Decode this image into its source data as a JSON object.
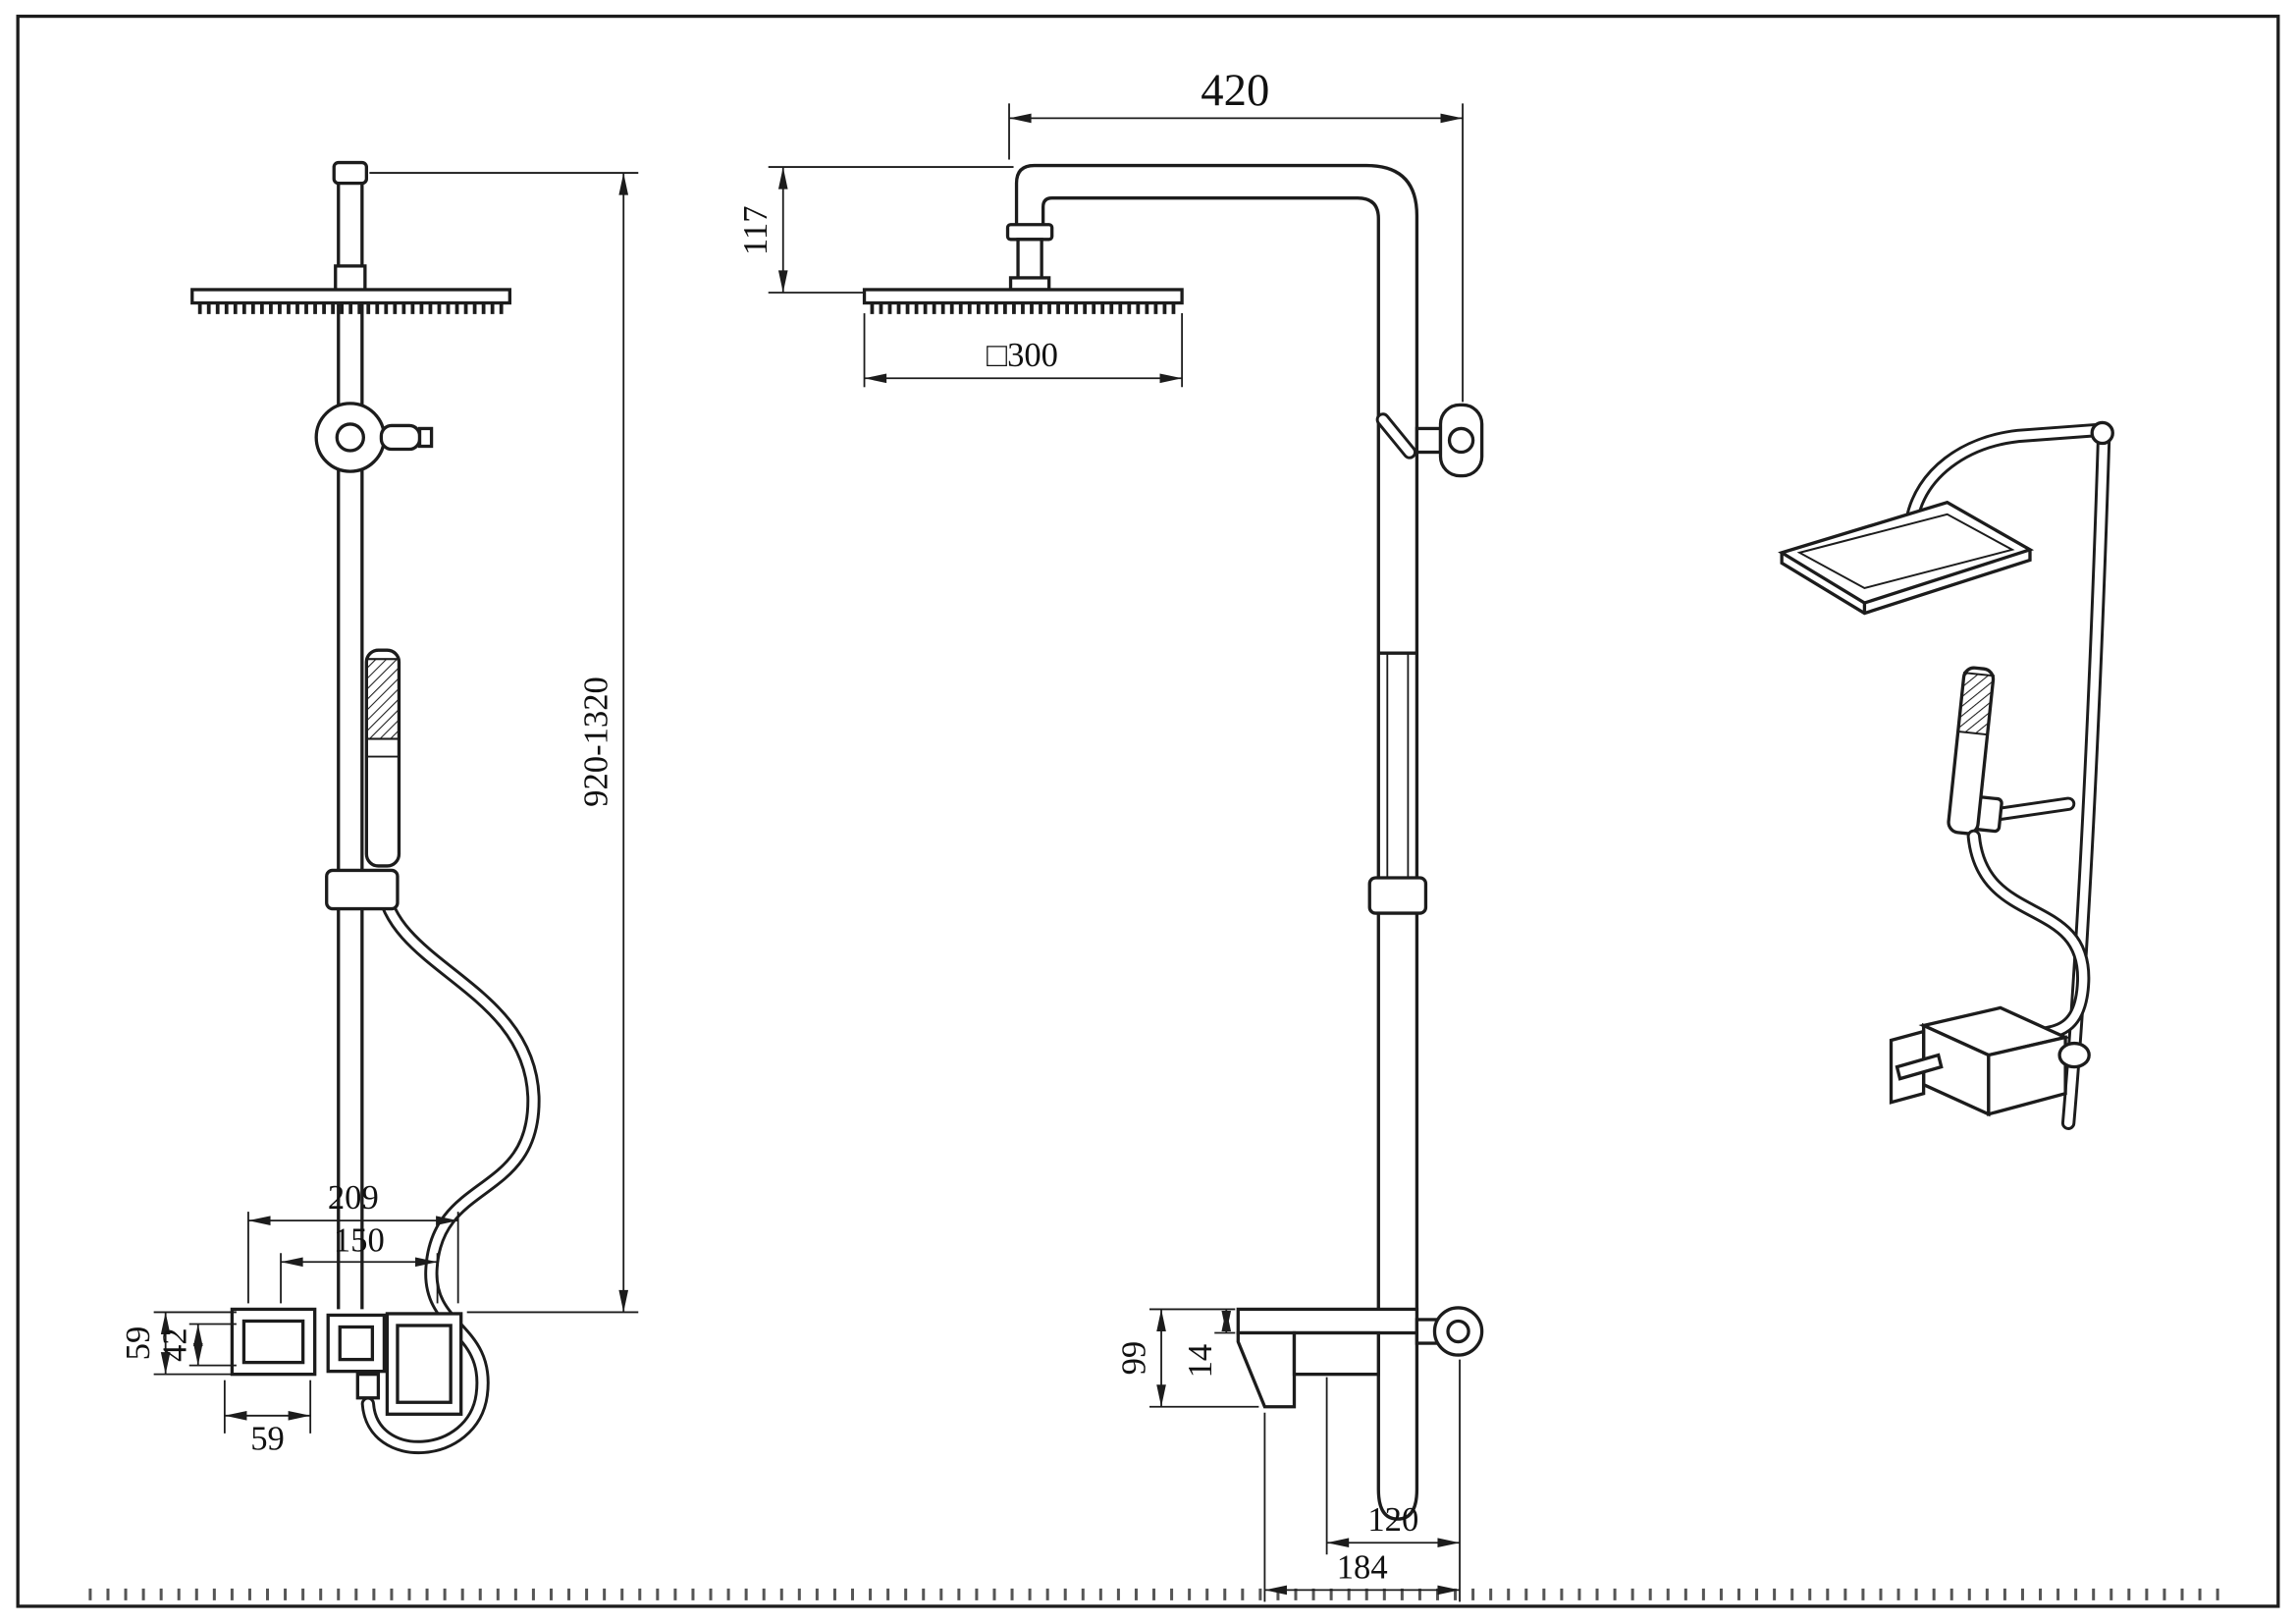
{
  "front_view": {
    "height_range": "920-1320",
    "width_total": "209",
    "width_inner": "150",
    "body_height": "59",
    "body_inner_height": "42",
    "handle_width": "59"
  },
  "side_view": {
    "arm_length": "420",
    "head_drop": "117",
    "head_size": "□300",
    "spout_height": "99",
    "spout_thickness": "14",
    "depth_knob": "120",
    "depth_total": "184"
  }
}
